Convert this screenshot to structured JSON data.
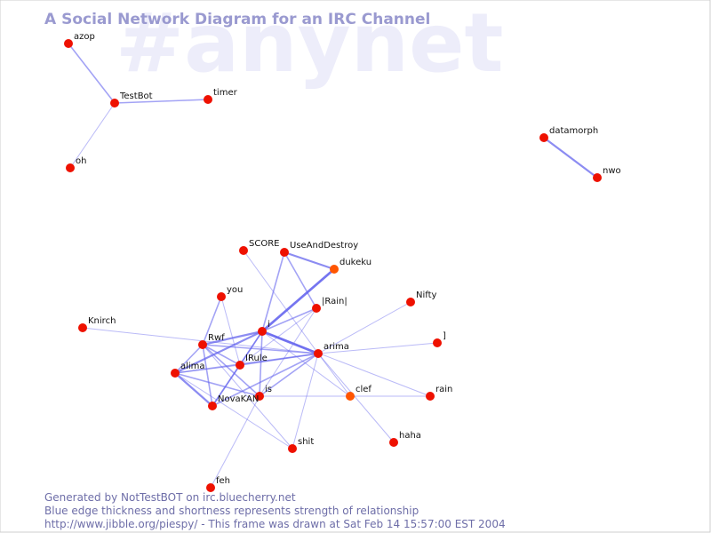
{
  "title": "A Social Network Diagram for an IRC Channel",
  "watermark": "#anynet",
  "footer": {
    "line1": "Generated by NotTestBOT on irc.bluecherry.net",
    "line2": "Blue edge thickness and shortness represents strength of relationship",
    "line3": "http://www.jibble.org/piespy/ - This frame was drawn at Sat Feb 14 15:57:00 EST 2004"
  },
  "colors": {
    "background": "#ffffff",
    "node": "#ee1100",
    "node_recent": "#ff5500",
    "edge": "#6666ee",
    "title": "#9a9ad0",
    "watermark": "#ededfa"
  },
  "nodes": [
    {
      "id": "azop",
      "label": "azop"
    },
    {
      "id": "TestBot",
      "label": "TestBot"
    },
    {
      "id": "timer",
      "label": "timer"
    },
    {
      "id": "oh",
      "label": "oh"
    },
    {
      "id": "datamorph",
      "label": "datamorph"
    },
    {
      "id": "nwo",
      "label": "nwo"
    },
    {
      "id": "SCORE",
      "label": "SCORE"
    },
    {
      "id": "UseAndDestroy",
      "label": "UseAndDestroy"
    },
    {
      "id": "dukeku",
      "label": "dukeku",
      "recent": true
    },
    {
      "id": "you",
      "label": "you"
    },
    {
      "id": "IRainI",
      "label": "|Rain|"
    },
    {
      "id": "Nifty",
      "label": "Nifty"
    },
    {
      "id": "Knirch",
      "label": "Knirch"
    },
    {
      "id": "i",
      "label": "i"
    },
    {
      "id": "Rwf",
      "label": "Rwf"
    },
    {
      "id": "arima",
      "label": "arima"
    },
    {
      "id": "bracket",
      "label": "]"
    },
    {
      "id": "IRule",
      "label": "IRule"
    },
    {
      "id": "alima",
      "label": "alima"
    },
    {
      "id": "is",
      "label": "is"
    },
    {
      "id": "clef",
      "label": "clef",
      "recent": true
    },
    {
      "id": "rain",
      "label": "rain"
    },
    {
      "id": "NovaKAN",
      "label": "NovaKAN"
    },
    {
      "id": "haha",
      "label": "haha"
    },
    {
      "id": "shit",
      "label": "shit"
    },
    {
      "id": "feh",
      "label": "feh"
    }
  ],
  "edges": [
    {
      "from": "azop",
      "to": "TestBot",
      "strength": 2
    },
    {
      "from": "TestBot",
      "to": "timer",
      "strength": 2
    },
    {
      "from": "TestBot",
      "to": "oh",
      "strength": 1
    },
    {
      "from": "datamorph",
      "to": "nwo",
      "strength": 3
    },
    {
      "from": "SCORE",
      "to": "arima",
      "strength": 1
    },
    {
      "from": "UseAndDestroy",
      "to": "dukeku",
      "strength": 3
    },
    {
      "from": "UseAndDestroy",
      "to": "i",
      "strength": 2
    },
    {
      "from": "UseAndDestroy",
      "to": "IRainI",
      "strength": 2
    },
    {
      "from": "dukeku",
      "to": "i",
      "strength": 4
    },
    {
      "from": "IRainI",
      "to": "i",
      "strength": 2
    },
    {
      "from": "IRainI",
      "to": "IRule",
      "strength": 1
    },
    {
      "from": "IRainI",
      "to": "is",
      "strength": 1
    },
    {
      "from": "you",
      "to": "Rwf",
      "strength": 2
    },
    {
      "from": "you",
      "to": "IRule",
      "strength": 1
    },
    {
      "from": "Nifty",
      "to": "arima",
      "strength": 1
    },
    {
      "from": "Knirch",
      "to": "arima",
      "strength": 1
    },
    {
      "from": "i",
      "to": "Rwf",
      "strength": 3
    },
    {
      "from": "i",
      "to": "arima",
      "strength": 4
    },
    {
      "from": "i",
      "to": "alima",
      "strength": 3
    },
    {
      "from": "i",
      "to": "IRule",
      "strength": 2
    },
    {
      "from": "i",
      "to": "NovaKAN",
      "strength": 2
    },
    {
      "from": "i",
      "to": "is",
      "strength": 2
    },
    {
      "from": "i",
      "to": "clef",
      "strength": 1
    },
    {
      "from": "i",
      "to": "rain",
      "strength": 1
    },
    {
      "from": "Rwf",
      "to": "arima",
      "strength": 2
    },
    {
      "from": "Rwf",
      "to": "alima",
      "strength": 2
    },
    {
      "from": "Rwf",
      "to": "IRule",
      "strength": 2
    },
    {
      "from": "Rwf",
      "to": "NovaKAN",
      "strength": 2
    },
    {
      "from": "Rwf",
      "to": "is",
      "strength": 2
    },
    {
      "from": "Rwf",
      "to": "shit",
      "strength": 1
    },
    {
      "from": "arima",
      "to": "bracket",
      "strength": 1
    },
    {
      "from": "arima",
      "to": "alima",
      "strength": 2
    },
    {
      "from": "arima",
      "to": "IRule",
      "strength": 2
    },
    {
      "from": "arima",
      "to": "is",
      "strength": 2
    },
    {
      "from": "arima",
      "to": "NovaKAN",
      "strength": 2
    },
    {
      "from": "arima",
      "to": "clef",
      "strength": 1
    },
    {
      "from": "arima",
      "to": "haha",
      "strength": 1
    },
    {
      "from": "arima",
      "to": "shit",
      "strength": 1
    },
    {
      "from": "alima",
      "to": "NovaKAN",
      "strength": 3
    },
    {
      "from": "alima",
      "to": "is",
      "strength": 2
    },
    {
      "from": "alima",
      "to": "IRule",
      "strength": 1
    },
    {
      "from": "alima",
      "to": "shit",
      "strength": 1
    },
    {
      "from": "IRule",
      "to": "NovaKAN",
      "strength": 2
    },
    {
      "from": "is",
      "to": "clef",
      "strength": 1
    },
    {
      "from": "is",
      "to": "feh",
      "strength": 1
    },
    {
      "from": "clef",
      "to": "rain",
      "strength": 1
    }
  ]
}
